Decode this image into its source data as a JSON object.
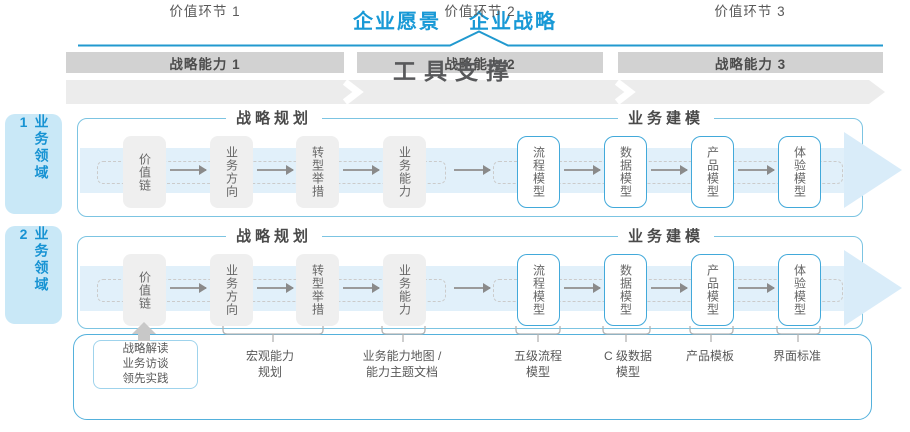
{
  "title": {
    "vision": "企业愿景",
    "strategy": "企业战略"
  },
  "capability_bars": [
    "战略能力 1",
    "战略能力 2",
    "战略能力 3"
  ],
  "value_links": [
    "价值环节 1",
    "价值环节 2",
    "价值环节 3"
  ],
  "domains": [
    "业务领域 1",
    "业务领域 2"
  ],
  "rows": [
    {
      "planning_header": "战略规划",
      "modeling_header": "业务建模",
      "strategy_boxes": [
        "价值链",
        "业务方向",
        "转型举措",
        "业务能力"
      ],
      "modeling_boxes": [
        "流程模型",
        "数据模型",
        "产品模型",
        "体验模型"
      ]
    },
    {
      "planning_header": "战略规划",
      "modeling_header": "业务建模",
      "strategy_boxes": [
        "价值链",
        "业务方向",
        "转型举措",
        "业务能力"
      ],
      "modeling_boxes": [
        "流程模型",
        "数据模型",
        "产品模型",
        "体验模型"
      ]
    }
  ],
  "bottom": {
    "practice_box": "战略解读\n业务访谈\n领先实践",
    "labels": [
      "宏观能力\n规划",
      "业务能力地图 /\n能力主题文档",
      "五级流程\n模型",
      "C 级数据\n模型",
      "产品模板",
      "界面标准"
    ],
    "tool_support": "工具支撑"
  },
  "colors": {
    "accent_blue": "#1899d6",
    "panel_border": "#7cc4e2",
    "band_fill": "#e1f0fa",
    "bar_dark_gray": "#d2d2d2",
    "bar_light_gray": "#ececec",
    "node_gray": "#efefef",
    "node_blue_border": "#42a9da",
    "container_border": "#54b1dc"
  }
}
